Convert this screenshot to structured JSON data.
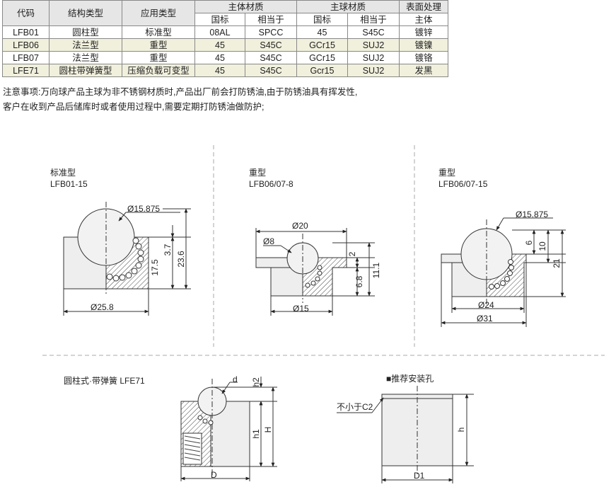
{
  "table": {
    "headers": {
      "code": "代码",
      "structure": "结构类型",
      "application": "应用类型",
      "body_material": "主体材质",
      "ball_material": "主球材质",
      "surface": "表面处理",
      "national": "国标",
      "equivalent": "相当于",
      "main_body": "主体"
    },
    "rows": [
      {
        "code": "LFB01",
        "structure": "圆柱型",
        "application": "标准型",
        "body_gb": "08AL",
        "body_eq": "SPCC",
        "ball_gb": "45",
        "ball_eq": "S45C",
        "surface": "镀锌"
      },
      {
        "code": "LFB06",
        "structure": "法兰型",
        "application": "重型",
        "body_gb": "45",
        "body_eq": "S45C",
        "ball_gb": "GCr15",
        "ball_eq": "SUJ2",
        "surface": "镀镍"
      },
      {
        "code": "LFB07",
        "structure": "法兰型",
        "application": "重型",
        "body_gb": "45",
        "body_eq": "S45C",
        "ball_gb": "GCr15",
        "ball_eq": "SUJ2",
        "surface": "镀铬"
      },
      {
        "code": "LFE71",
        "structure": "圆柱带弹簧型",
        "application": "压缩负载可变型",
        "body_gb": "45",
        "body_eq": "S45C",
        "ball_gb": "Gcr15",
        "ball_eq": "SUJ2",
        "surface": "发黑"
      }
    ]
  },
  "notes": {
    "line1": "注意事项:万向球产品主球为非不锈钢材质时,产品出厂前会打防锈油,由于防锈油具有挥发性,",
    "line2": "客户在收到产品后储库时或者使用过程中,需要定期打防锈油做防护;"
  },
  "drawings": {
    "standard": {
      "title": "标准型",
      "model": "LFB01-15",
      "dims": {
        "ball": "Ø15.875",
        "d1": "3.7",
        "d2": "17.5",
        "d3": "23.6",
        "outer": "Ø25.8"
      }
    },
    "heavy1": {
      "title": "重型",
      "model": "LFB06/07-8",
      "dims": {
        "flange": "Ø20",
        "ball": "Ø8",
        "d1": "2",
        "d2": "6.8",
        "d3": "11.1",
        "body": "Ø15"
      }
    },
    "heavy2": {
      "title": "重型",
      "model": "LFB06/07-15",
      "dims": {
        "ball": "Ø15.875",
        "d1": "6",
        "d2": "10",
        "d3": "21",
        "body": "Ø24",
        "flange": "Ø31"
      }
    },
    "spring": {
      "title": "圆柱式·带弹簧  LFE71",
      "dims": {
        "d": "d",
        "h2": "h2",
        "h1": "h1",
        "H": "H",
        "D": "D"
      }
    },
    "mount": {
      "title": "■推荐安装孔",
      "chamfer": "不小于C2",
      "h": "h",
      "d1": "D1"
    }
  },
  "colors": {
    "header_bg": "#e6e6e6",
    "alt_row_bg": "#f1f0dd",
    "part_fill": "#eeeeee",
    "line": "#333333"
  }
}
